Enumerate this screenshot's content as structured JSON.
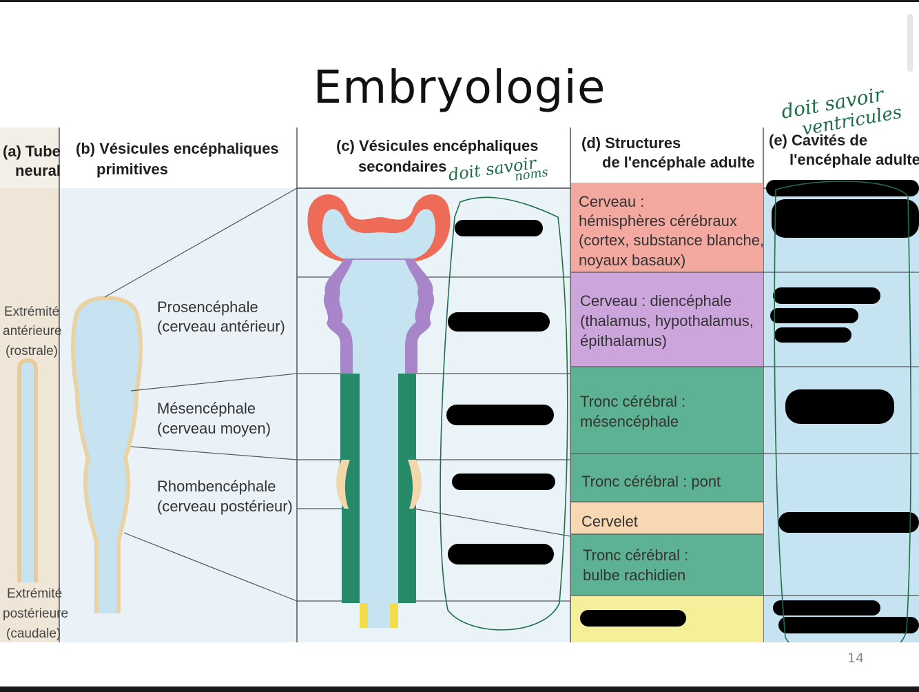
{
  "slide": {
    "title": "Embryologie",
    "page_number": "14"
  },
  "columns": {
    "a": {
      "line1": "(a) Tube",
      "line2": "neural"
    },
    "b": {
      "line1": "(b) Vésicules encéphaliques",
      "line2": "primitives"
    },
    "c": {
      "line1": "(c) Vésicules encéphaliques",
      "line2": "secondaires"
    },
    "d": {
      "line1": "(d) Structures",
      "line2": "de l'encéphale adulte"
    },
    "e": {
      "line1": "(e) Cavités de",
      "line2": "l'encéphale adulte"
    }
  },
  "tube_labels": {
    "anterior": [
      "Extrémité",
      "antérieure",
      "(rostrale)"
    ],
    "posterior": [
      "Extrémité",
      "postérieure",
      "(caudale)"
    ]
  },
  "primary_vesicles": [
    {
      "name": "Prosencéphale",
      "sub": "(cerveau antérieur)"
    },
    {
      "name": "Mésencéphale",
      "sub": "(cerveau moyen)"
    },
    {
      "name": "Rhombencéphale",
      "sub": "(cerveau postérieur)"
    }
  ],
  "structures": [
    {
      "lines": [
        "Cerveau :",
        "hémisphères cérébraux",
        "(cortex, substance blanche,",
        "noyaux basaux)"
      ],
      "color": "#f4a9a0"
    },
    {
      "lines": [
        "Cerveau : diencéphale",
        "(thalamus, hypothalamus,",
        "épithalamus)"
      ],
      "color": "#cda5dd"
    },
    {
      "lines": [
        "Tronc cérébral :",
        "mésencéphale"
      ],
      "color": "#5cb293"
    },
    {
      "lines": [
        "Tronc cérébral : pont"
      ],
      "color": "#5cb293"
    },
    {
      "lines": [
        "Cervelet"
      ],
      "color": "#f7d8b2"
    },
    {
      "lines": [
        "Tronc cérébral :",
        "bulbe rachidien"
      ],
      "color": "#5cb293"
    },
    {
      "lines": [],
      "color": "#f6ef9a"
    }
  ],
  "annotations": {
    "top_right": [
      "doit savoir",
      "ventricules"
    ],
    "secondary": [
      "doit savoir",
      "noms"
    ]
  },
  "colors": {
    "background_panel": "#e9f2f7",
    "cavity_fill": "#c6e3f1",
    "telencephalon": "#ee6b57",
    "diencephalon": "#a884c8",
    "brainstem": "#268a68",
    "cerebellum": "#f2d6ac",
    "spinal": "#f1dd4c",
    "ink": "#1f6e48"
  }
}
